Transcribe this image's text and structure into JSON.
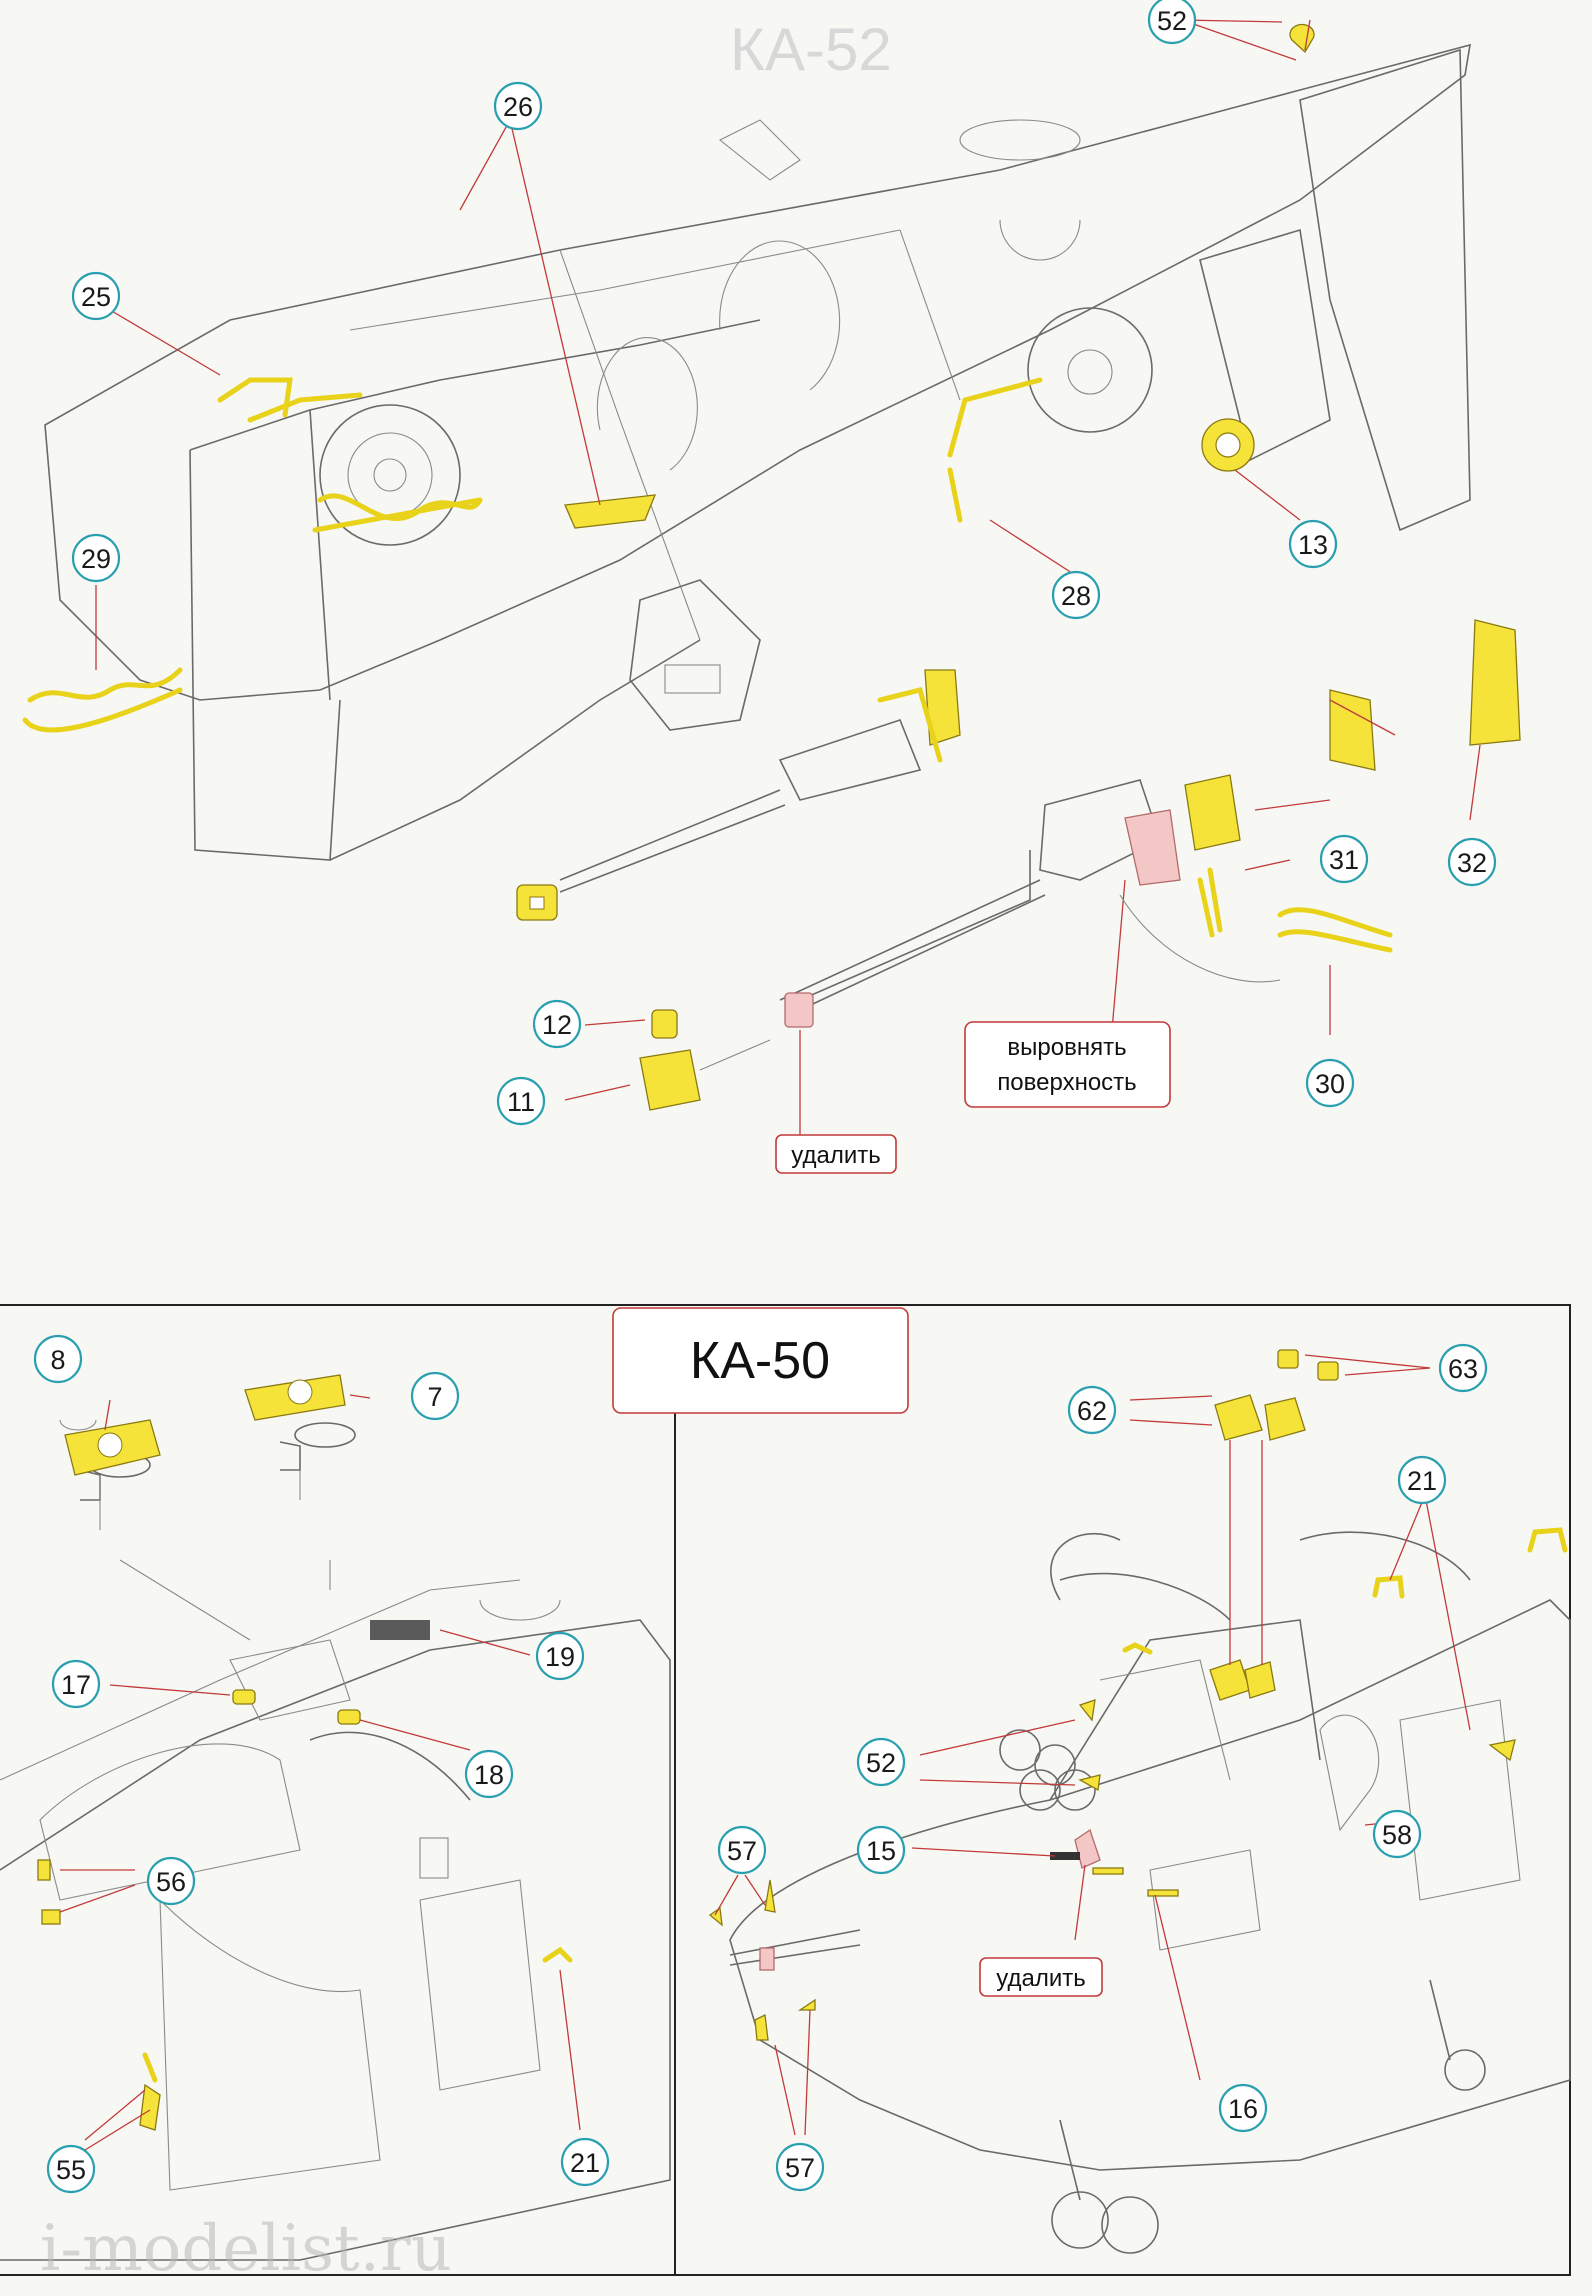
{
  "ghost_title": "КА-52",
  "panel_title": "КА-50",
  "notes": {
    "align_surface_line1": "выровнять",
    "align_surface_line2": "поверхность",
    "remove_top": "удалить",
    "remove_bottom": "удалить"
  },
  "watermark": "i-modelist.ru",
  "callouts": [
    "52",
    "26",
    "25",
    "29",
    "13",
    "28",
    "31",
    "32",
    "30",
    "12",
    "11",
    "8",
    "7",
    "63",
    "62",
    "21",
    "19",
    "17",
    "18",
    "52",
    "15",
    "57",
    "56",
    "58",
    "16",
    "55",
    "21",
    "57"
  ],
  "colors": {
    "photo_etch": "#f5e33a",
    "remove_part": "#f4c7c7",
    "callout_ring": "#2a9fb0",
    "leader": "#c23a3a"
  }
}
